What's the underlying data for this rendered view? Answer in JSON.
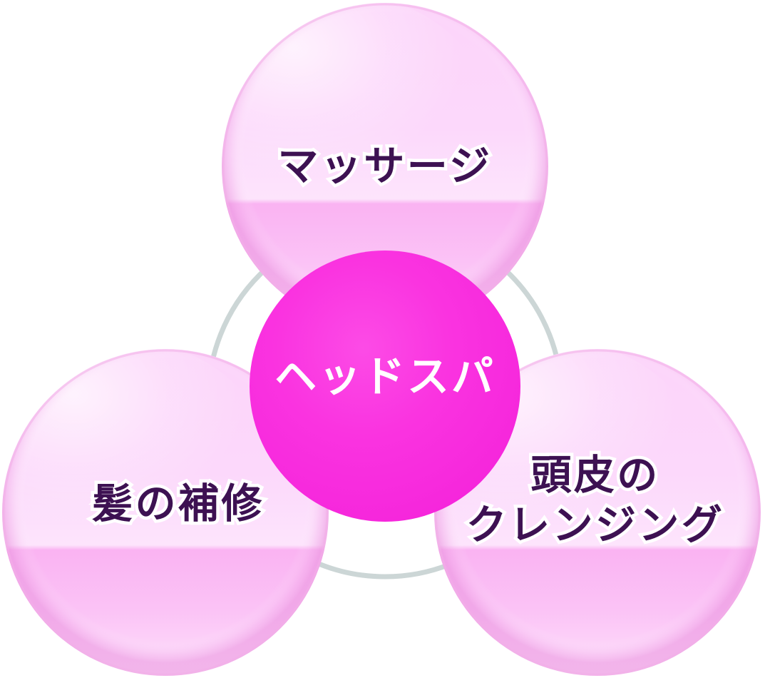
{
  "diagram": {
    "type": "venn-trio-with-center",
    "background_color": "#ffffff",
    "center": {
      "label": "ヘッドスパ",
      "fill_color": "#FA33E0",
      "text_color": "#ffffff"
    },
    "bubbles": [
      {
        "id": "massage",
        "position": "top",
        "label": "マッサージ",
        "fill_top_color": "#FBCFF9",
        "fill_bottom_color": "#F8A6EE",
        "text_color": "#3D1152",
        "outline_color": "#ffffff"
      },
      {
        "id": "hair-repair",
        "position": "bottom-left",
        "label": "髪の補修",
        "fill_top_color": "#FBCFF9",
        "fill_bottom_color": "#F8A6EE",
        "text_color": "#3D1152",
        "outline_color": "#ffffff"
      },
      {
        "id": "scalp-cleansing",
        "position": "bottom-right",
        "label": "頭皮の\nクレンジング",
        "fill_top_color": "#FBCFF9",
        "fill_bottom_color": "#F8A6EE",
        "text_color": "#3D1152",
        "outline_color": "#ffffff"
      }
    ],
    "connector_ring": {
      "stroke_color": "#CCD6D6",
      "stroke_width": 7
    }
  }
}
